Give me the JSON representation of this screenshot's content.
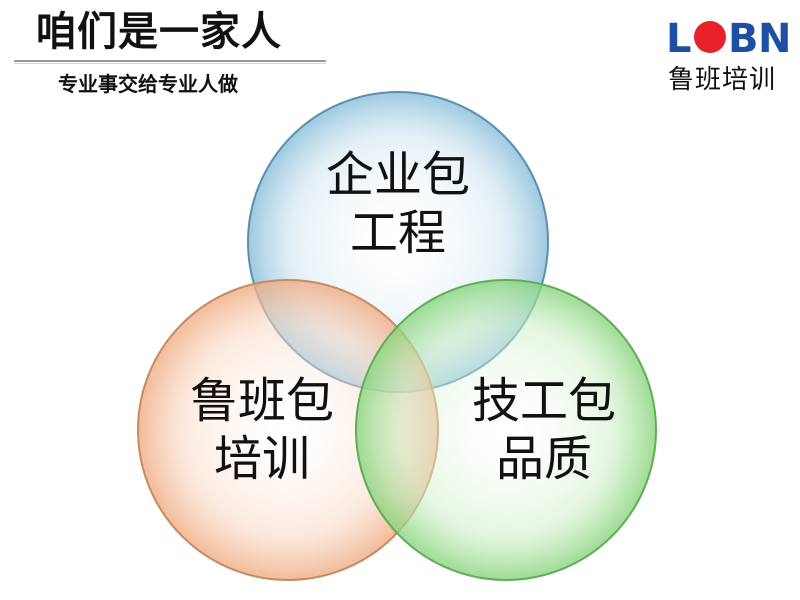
{
  "header": {
    "title": "咱们是一家人",
    "subtitle": "专业事交给专业人做"
  },
  "logo": {
    "wordmark": "LOBN",
    "wordmark_letters": [
      "L",
      "B",
      "N"
    ],
    "name": "鲁班培训",
    "brand_color": "#1e4fa3",
    "dot_color": "#e8202a"
  },
  "venn": {
    "circles": [
      {
        "id": "enterprise",
        "line1": "企业包",
        "line2": "工程",
        "color": "#a9d0e6",
        "edge": "#5a8fb0"
      },
      {
        "id": "luban",
        "line1": "鲁班包",
        "line2": "培训",
        "color": "#f6c6a8",
        "edge": "#c88a62"
      },
      {
        "id": "technician",
        "line1": "技工包",
        "line2": "品质",
        "color": "#b2e6a8",
        "edge": "#5fae55"
      }
    ]
  }
}
